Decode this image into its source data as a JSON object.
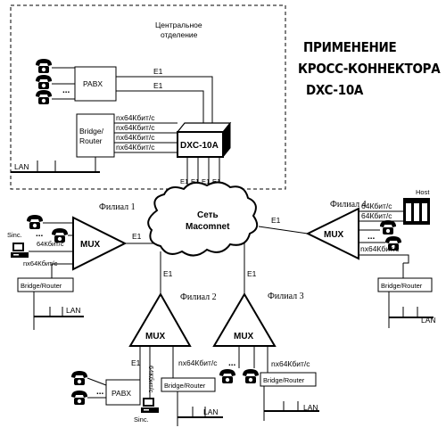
{
  "title": [
    "ПРИМЕНЕНИЕ",
    "КРОСС-КОННЕКТОРА",
    "DXC-10A"
  ],
  "central_office": [
    "Центральное",
    "отделение"
  ],
  "pabx": "PABX",
  "bridge_router": "Bridge/Router",
  "bridge_router_split": [
    "Bridge/",
    "Router"
  ],
  "dxc": "DXC-10A",
  "e1": "E1",
  "nx64": "nx64Кбит/с",
  "k64": "64Кбит/с",
  "lan": "LAN",
  "sinc": "Sinc.",
  "host": "Host",
  "mux": "MUX",
  "cloud": [
    "Сеть",
    "Macomnet"
  ],
  "dots": "...",
  "branches": {
    "b1": "Филиал 1",
    "b2": "Филиал 2",
    "b3": "Филиал 3",
    "b4": "Филиал 4"
  },
  "icons": [
    "telephone-icon",
    "computer-icon",
    "host-server-icon",
    "cloud-icon"
  ]
}
